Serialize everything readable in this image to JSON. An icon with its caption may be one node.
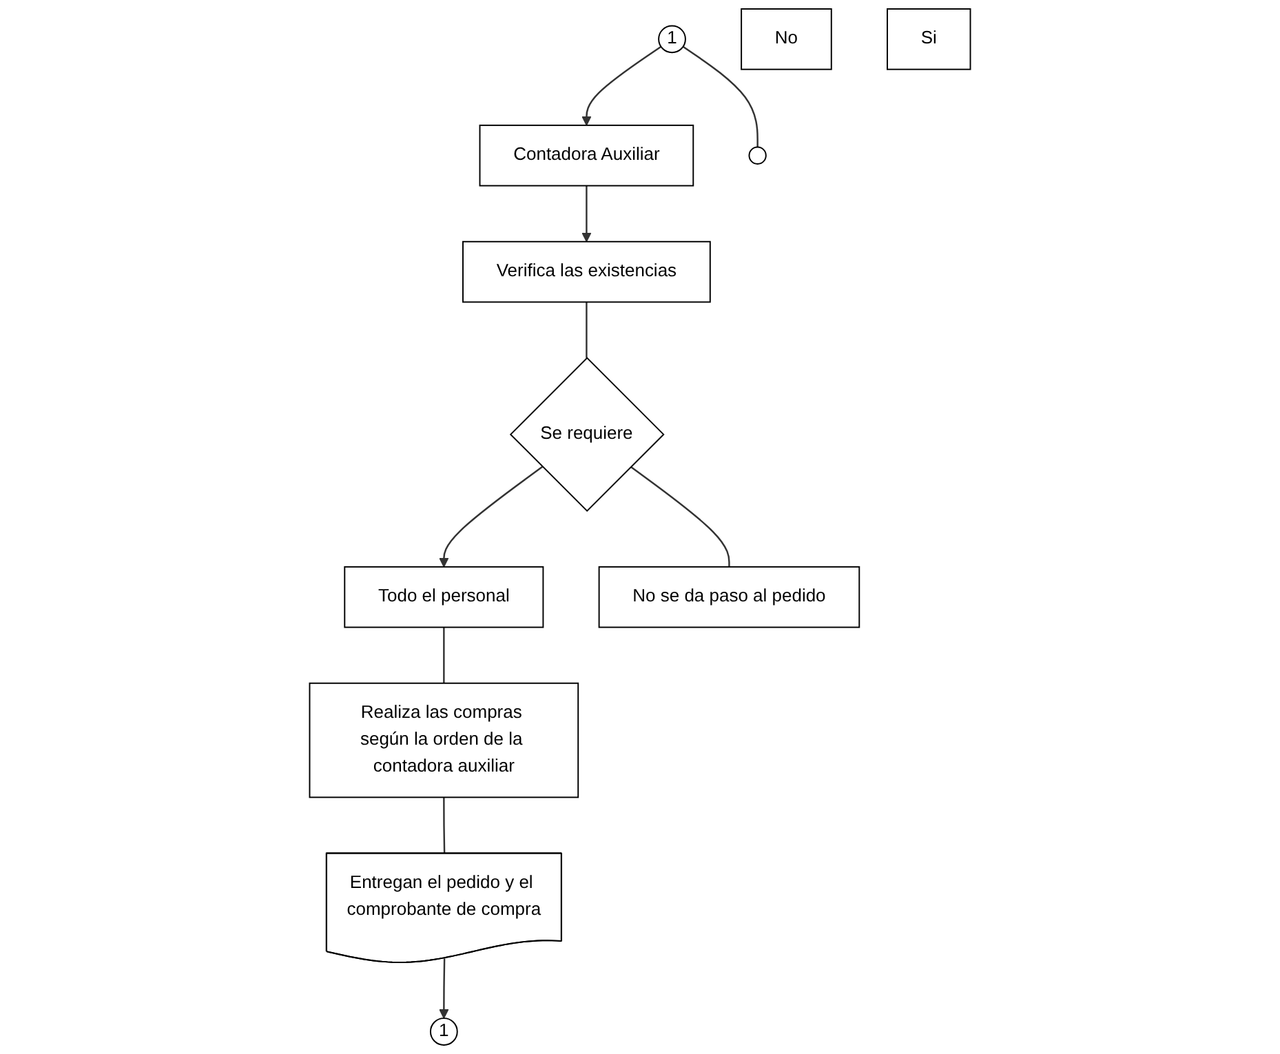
{
  "diagram": {
    "nodes": [
      {
        "text": [
          "1"
        ]
      },
      {
        "text": [
          "Contadora Auxiliar"
        ]
      },
      {
        "text": [
          "Todo el personal"
        ]
      },
      {
        "text": [],
        "shape": "circle"
      },
      {
        "text": [
          "Verifica las existencias"
        ]
      },
      {
        "text": [
          "Realiza las compras según la orden de la contadora auxiliar"
        ]
      },
      {
        "text": [
          "No"
        ]
      },
      {
        "text": [
          "Se requiere"
        ]
      },
      {
        "text": [
          "Si"
        ]
      },
      {
        "text": [
          "Entregan el pedido y el comprobante de compra"
        ]
      },
      {
        "text": [
          "No se da paso al pedido"
        ]
      },
      {
        "text": [
          "1"
        ]
      }
    ],
    "edges": [
      {
        "from": 0,
        "to": 1,
        "arrow": "to"
      },
      {
        "from": 0,
        "to": 3,
        "arrow": "none"
      },
      {
        "from": 1,
        "to": 4,
        "arrow": "to"
      },
      {
        "from": 4,
        "to": 7,
        "arrow": "none"
      },
      {
        "from": 7,
        "to": 2,
        "arrow": "to"
      },
      {
        "from": 7,
        "to": 10,
        "arrow": "none"
      },
      {
        "from": 2,
        "to": 5,
        "arrow": "none"
      },
      {
        "from": 5,
        "to": 9,
        "arrow": "none"
      },
      {
        "from": 9,
        "to": 11,
        "arrow": "to"
      }
    ]
  }
}
